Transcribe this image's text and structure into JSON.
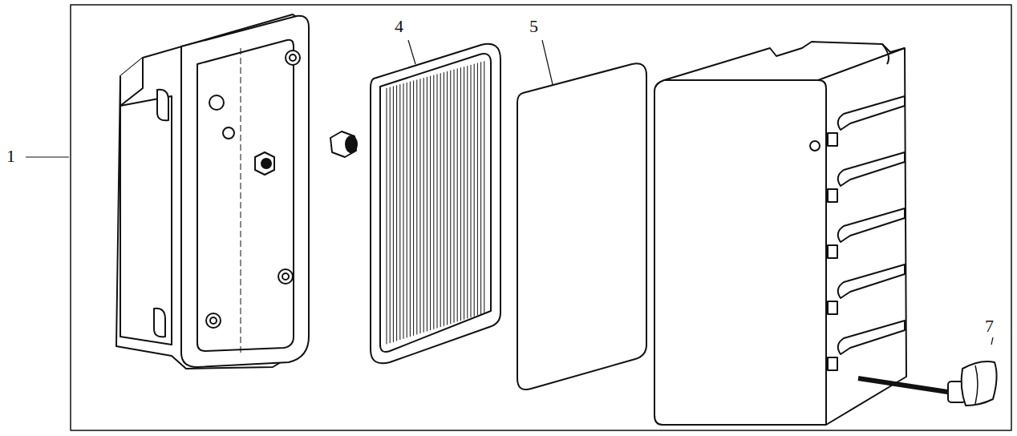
{
  "diagram": {
    "labels": [
      "1",
      "4",
      "5",
      "7"
    ]
  }
}
